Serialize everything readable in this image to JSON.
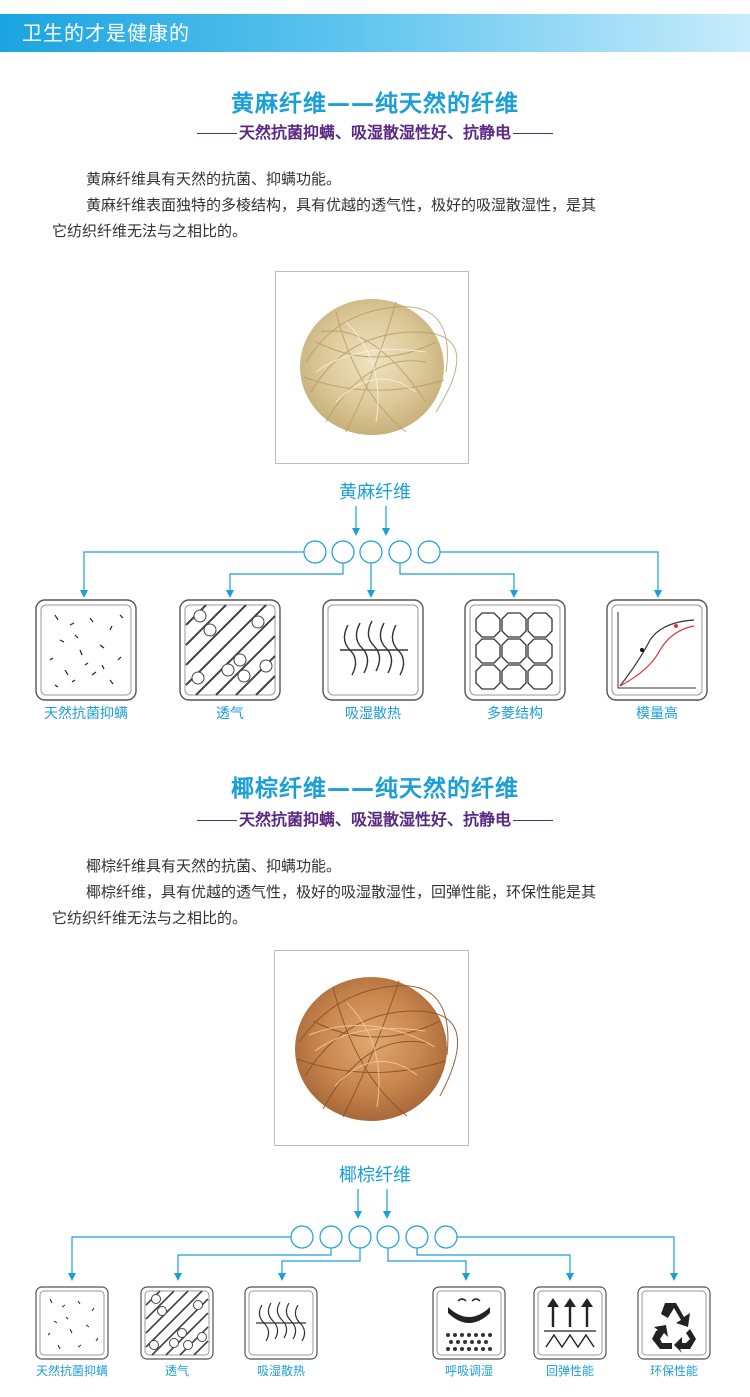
{
  "banner": {
    "title": "卫生的才是健康的"
  },
  "jute": {
    "title": "黄麻纤维——纯天然的纤维",
    "subtitle": "天然抗菌抑螨、吸湿散湿性好、抗静电",
    "para1": "黄麻纤维具有天然的抗菌、抑螨功能。",
    "para2a": "黄麻纤维表面独特的多棱结构，具有优越的透气性，极好的吸湿散湿性，是其",
    "para2b": "它纺织纤维无法与之相比的。",
    "photo_label": "黄麻纤维",
    "features": [
      {
        "label": "天然抗菌抑螨",
        "icon": "bacteria-icon"
      },
      {
        "label": "透气",
        "icon": "breathable-icon"
      },
      {
        "label": "吸湿散热",
        "icon": "wave-icon"
      },
      {
        "label": "多菱结构",
        "icon": "octagon-grid-icon"
      },
      {
        "label": "模量高",
        "icon": "modulus-curve-icon"
      }
    ]
  },
  "coir": {
    "title": "椰棕纤维——纯天然的纤维",
    "subtitle": "天然抗菌抑螨、吸湿散湿性好、抗静电",
    "para1": "椰棕纤维具有天然的抗菌、抑螨功能。",
    "para2a": "椰棕纤维，具有优越的透气性，极好的吸湿散湿性，回弹性能，环保性能是其",
    "para2b": "它纺织纤维无法与之相比的。",
    "photo_label": "椰棕纤维",
    "features": [
      {
        "label": "天然抗菌抑螨",
        "icon": "bacteria-icon"
      },
      {
        "label": "透气",
        "icon": "breathable-icon"
      },
      {
        "label": "吸湿散热",
        "icon": "wave-icon"
      },
      {
        "label": "呼吸调湿",
        "icon": "breathing-icon"
      },
      {
        "label": "回弹性能",
        "icon": "rebound-icon"
      },
      {
        "label": "环保性能",
        "icon": "recycle-icon"
      }
    ]
  },
  "colors": {
    "accent": "#1a9fd9",
    "subtitle": "#5a2a82",
    "banner_start": "#1aa4e0",
    "banner_end": "#c8ecfb"
  }
}
